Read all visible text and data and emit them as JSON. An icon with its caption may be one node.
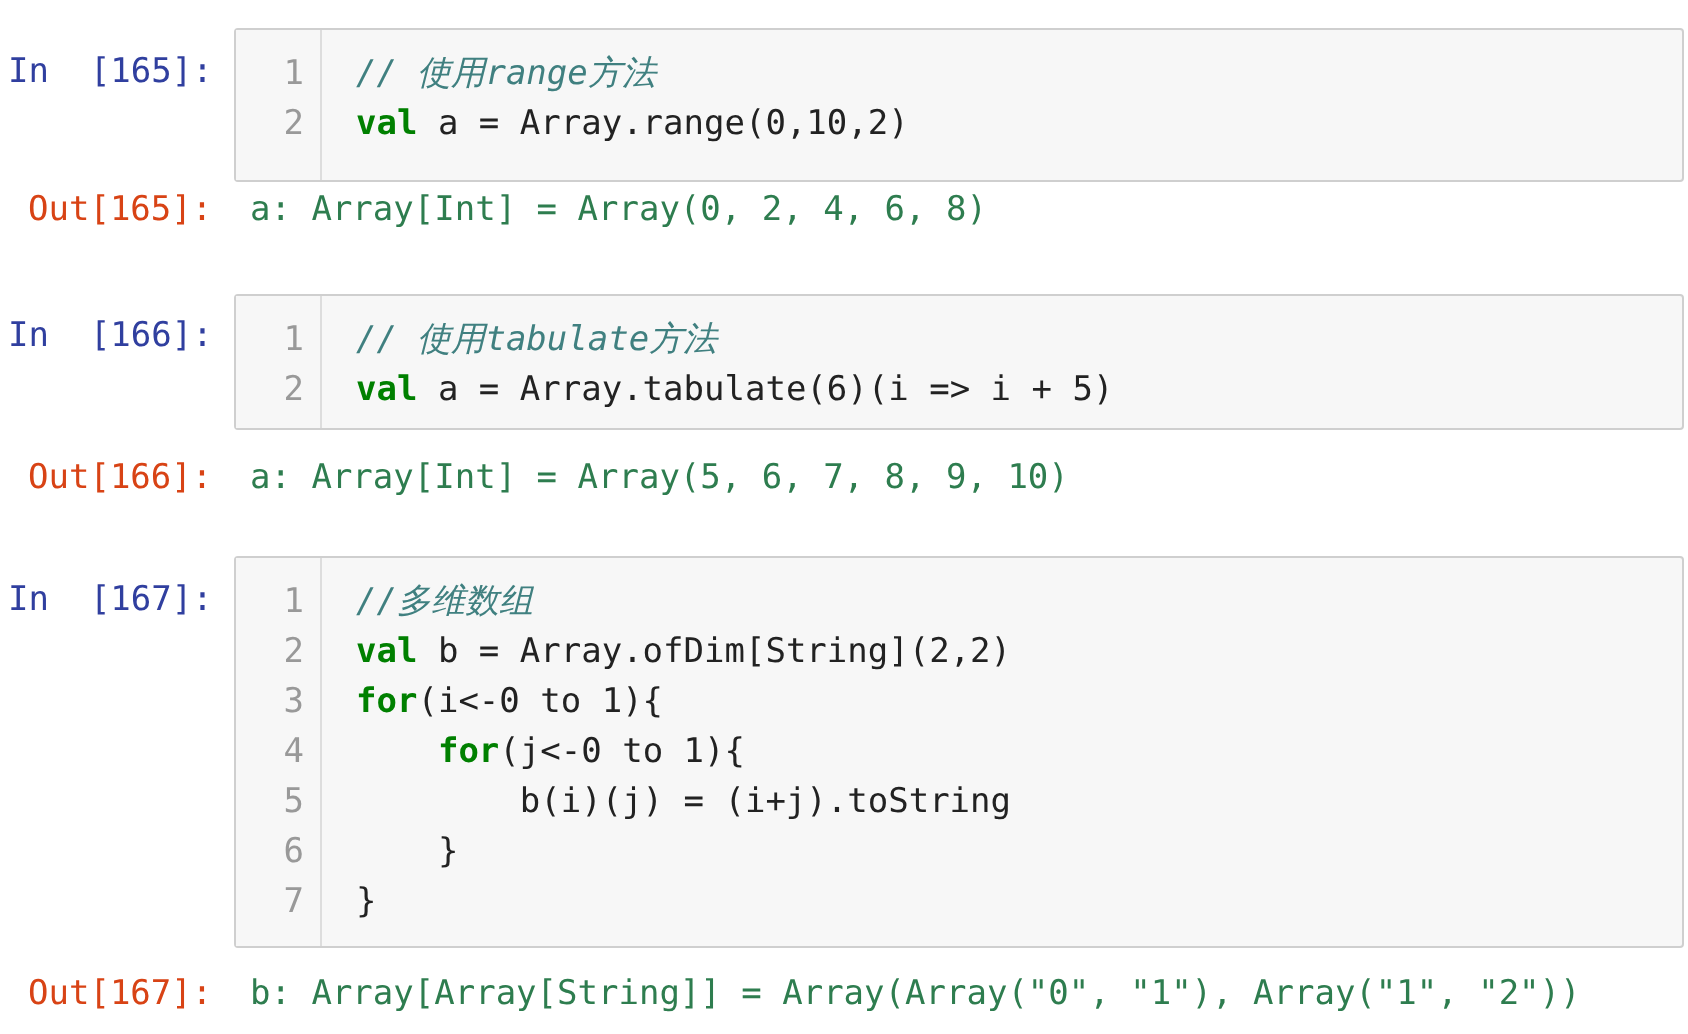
{
  "diagram": {
    "nodes": [
      {
        "text": [
          "1",
          "// 使用range方法",
          "2",
          "**val** a = Array.range(0,10,2)"
        ]
      },
      {
        "text": [
          "1",
          "// 使用tabulate方法",
          "2",
          "**val** a = Array.tabulate(6)(i => i + 5)"
        ]
      },
      {
        "text": [
          "1",
          "//多维数组",
          "2",
          "**val** b = Array.ofDim[String](2,2)",
          "3",
          "**for**(i<-0 to 1){",
          "4",
          "    **for**(j<-0 to 1){",
          "5",
          "        b(i)(j) = (i+j).toString",
          "6",
          "    }",
          "7",
          "}"
        ]
      }
    ],
    "labels": [
      "In  [165]:",
      "Out[165]:",
      "a: Array[Int] = Array(0, 2, 4, 6, 8)",
      "In  [166]:",
      "Out[166]:",
      "a: Array[Int] = Array(5, 6, 7, 8, 9, 10)",
      "In  [167]:",
      "Out[167]:",
      "b: Array[Array[String]] = Array(Array(\"0\", \"1\"), Array(\"1\", \"2\"))"
    ]
  }
}
